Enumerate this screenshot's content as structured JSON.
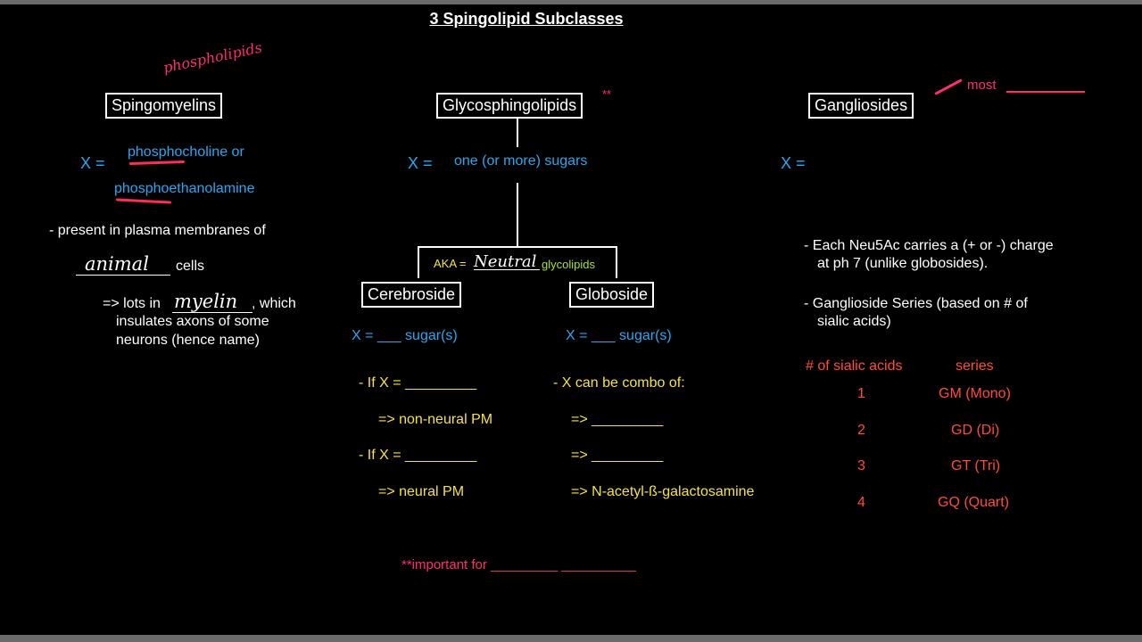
{
  "title": "3 Spingolipid Subclasses",
  "annotations": {
    "phospholipids": "phospholipids",
    "most": "most",
    "double_star": "**"
  },
  "sphingomyelins": {
    "header": "Spingomyelins",
    "x_label": "X =",
    "x_value_line1": "phosphocholine or",
    "x_value_line2": "phosphoethanolamine",
    "present": "- present in plasma membranes of",
    "animal": "animal",
    "cells": "cells",
    "lots_prefix": "=> lots in",
    "myelin": "myelin",
    "which": ", which",
    "insulates": "insulates axons of some",
    "neurons": "neurons (hence name)"
  },
  "glyco": {
    "header": "Glycosphingolipids",
    "x_label": "X =",
    "x_value": "one (or more) sugars",
    "aka_prefix": "AKA =",
    "neutral": "Neutral",
    "aka_suffix": "glycolipids",
    "cerebroside": {
      "header": "Cerebroside",
      "x": "X = ___ sugar(s)",
      "if1": "- If X = _________",
      "res1": "=> non-neural PM",
      "if2": "- If X = _________",
      "res2": "=> neural PM"
    },
    "globoside": {
      "header": "Globoside",
      "x": "X = ___ sugar(s)",
      "combo": "- X can be combo of:",
      "c1": "=> _________",
      "c2": "=> _________",
      "c3": "=> N-acetyl-ß-galactosamine"
    },
    "important": "**important for _________ __________"
  },
  "gangliosides": {
    "header": "Gangliosides",
    "x_label": "X =",
    "charge_line1": "- Each Neu5Ac carries a (+ or -) charge",
    "charge_line2": "at ph 7 (unlike globosides).",
    "series_line1": "- Ganglioside Series (based on # of",
    "series_line2": "sialic acids)",
    "table_headers": [
      "# of sialic acids",
      "series"
    ],
    "table_rows": [
      [
        "1",
        "GM (Mono)"
      ],
      [
        "2",
        "GD (Di)"
      ],
      [
        "3",
        "GT (Tri)"
      ],
      [
        "4",
        "GQ (Quart)"
      ]
    ]
  },
  "colors": {
    "cyan": "#2aa7f0",
    "yellow": "#f5e14a",
    "green": "#a9e23a",
    "red": "#ff4b3a",
    "pink": "#ff2d6e"
  }
}
